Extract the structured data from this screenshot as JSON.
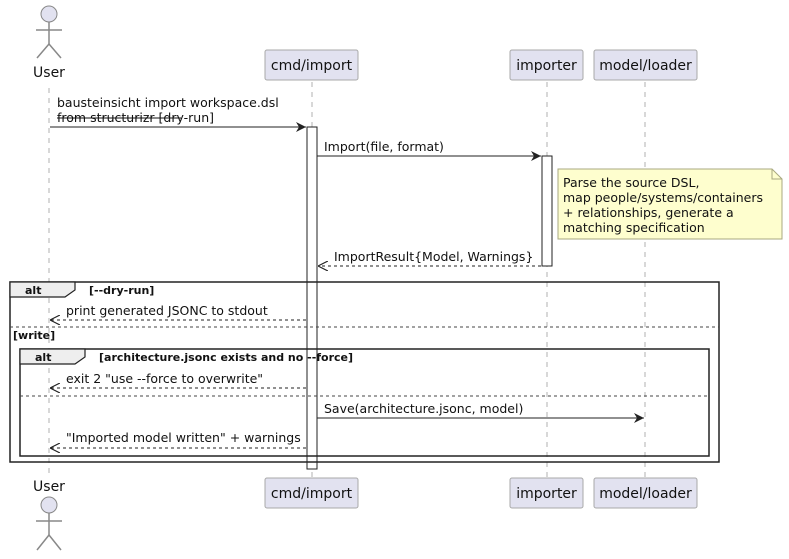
{
  "participants": {
    "user": "User",
    "cmd": "cmd/import",
    "importer": "importer",
    "loader": "model/loader"
  },
  "messages": {
    "m1_line1": "bausteinsicht import workspace.dsl",
    "m1_line2": "from structurizr [dry-run]",
    "m2": "Import(file, format)",
    "m3": "ImportResult{Model, Warnings}",
    "m4": "print generated JSONC to stdout",
    "m5": "exit 2 \"use --force to overwrite\"",
    "m6": "Save(architecture.jsonc, model)",
    "m7": "\"Imported model written\" + warnings"
  },
  "note": {
    "line1": "Parse the source DSL,",
    "line2": "map people/systems/containers",
    "line3": "+ relationships, generate a",
    "line4": "matching specification"
  },
  "fragments": {
    "outer_label": "alt",
    "outer_guard": "[--dry-run]",
    "outer_else": "[write]",
    "inner_label": "alt",
    "inner_guard": "[architecture.jsonc exists and no --force]"
  },
  "colors": {
    "participant_fill": "#e2e2f0",
    "note_fill": "#fefece"
  }
}
